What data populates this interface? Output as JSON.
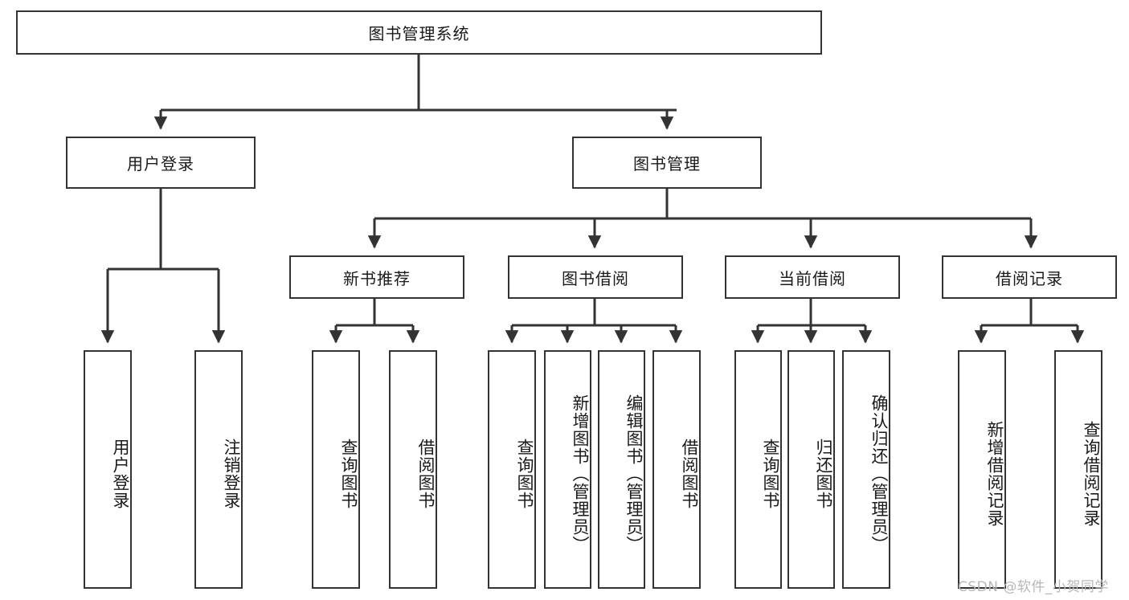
{
  "diagram": {
    "title": "图书管理系统",
    "watermark": "CSDN @软件_小贺同学",
    "line_color": "#333333",
    "box_border_color": "#333333",
    "box_fill_color": "#ffffff",
    "background_color": "#ffffff",
    "text_color": "#1a1a1a",
    "watermark_color": "#b8b8b8"
  },
  "nodes": {
    "root": {
      "label": "图书管理系统"
    },
    "level1": [
      {
        "id": "user-login",
        "label": "用户登录"
      },
      {
        "id": "book-management",
        "label": "图书管理"
      }
    ],
    "level2": [
      {
        "id": "new-book-recommend",
        "label": "新书推荐"
      },
      {
        "id": "book-borrow",
        "label": "图书借阅"
      },
      {
        "id": "current-borrow",
        "label": "当前借阅"
      },
      {
        "id": "borrow-record",
        "label": "借阅记录"
      }
    ],
    "leaves": [
      {
        "id": "leaf-user-login",
        "label": "用户登录",
        "parent": "user-login"
      },
      {
        "id": "leaf-logout-login",
        "label": "注销登录",
        "parent": "user-login"
      },
      {
        "id": "leaf-query-book-1",
        "label": "查询图书",
        "parent": "new-book-recommend"
      },
      {
        "id": "leaf-borrow-book-1",
        "label": "借阅图书",
        "parent": "new-book-recommend"
      },
      {
        "id": "leaf-query-book-2",
        "label": "查询图书",
        "parent": "book-borrow"
      },
      {
        "id": "leaf-add-book",
        "label": "新增图书（管理员）",
        "parent": "book-borrow"
      },
      {
        "id": "leaf-edit-book",
        "label": "编辑图书（管理员）",
        "parent": "book-borrow"
      },
      {
        "id": "leaf-borrow-book-2",
        "label": "借阅图书",
        "parent": "book-borrow"
      },
      {
        "id": "leaf-query-book-3",
        "label": "查询图书",
        "parent": "current-borrow"
      },
      {
        "id": "leaf-return-book",
        "label": "归还图书",
        "parent": "current-borrow"
      },
      {
        "id": "leaf-confirm-return",
        "label": "确认归还（管理员）",
        "parent": "current-borrow"
      },
      {
        "id": "leaf-add-record",
        "label": "新增借阅记录",
        "parent": "borrow-record"
      },
      {
        "id": "leaf-query-record",
        "label": "查询借阅记录",
        "parent": "borrow-record"
      }
    ]
  }
}
